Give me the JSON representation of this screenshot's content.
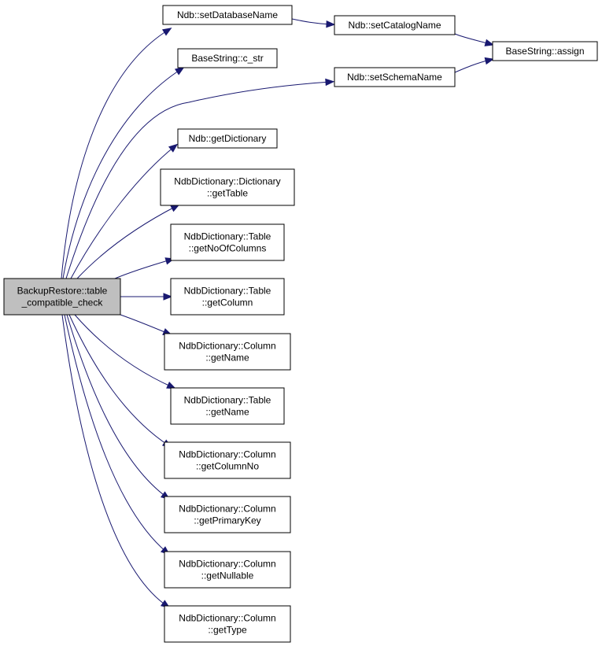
{
  "colors": {
    "edge": "#191970",
    "root_fill": "#bfbfbf",
    "node_fill": "#ffffff",
    "border": "#000000"
  },
  "nodes": {
    "root": [
      "BackupRestore::table",
      "_compatible_check"
    ],
    "setDatabaseName": [
      "Ndb::setDatabaseName"
    ],
    "c_str": [
      "BaseString::c_str"
    ],
    "setSchemaName": [
      "Ndb::setSchemaName"
    ],
    "setCatalogName": [
      "Ndb::setCatalogName"
    ],
    "assign": [
      "BaseString::assign"
    ],
    "getDictionary": [
      "Ndb::getDictionary"
    ],
    "getTable": [
      "NdbDictionary::Dictionary",
      "::getTable"
    ],
    "getNoOfColumns": [
      "NdbDictionary::Table",
      "::getNoOfColumns"
    ],
    "getColumn": [
      "NdbDictionary::Table",
      "::getColumn"
    ],
    "colGetName": [
      "NdbDictionary::Column",
      "::getName"
    ],
    "tableGetName": [
      "NdbDictionary::Table",
      "::getName"
    ],
    "getColumnNo": [
      "NdbDictionary::Column",
      "::getColumnNo"
    ],
    "getPrimaryKey": [
      "NdbDictionary::Column",
      "::getPrimaryKey"
    ],
    "getNullable": [
      "NdbDictionary::Column",
      "::getNullable"
    ],
    "getType": [
      "NdbDictionary::Column",
      "::getType"
    ]
  },
  "edges": [
    [
      "root",
      "setDatabaseName"
    ],
    [
      "root",
      "c_str"
    ],
    [
      "root",
      "setSchemaName"
    ],
    [
      "root",
      "getDictionary"
    ],
    [
      "root",
      "getTable"
    ],
    [
      "root",
      "getNoOfColumns"
    ],
    [
      "root",
      "getColumn"
    ],
    [
      "root",
      "colGetName"
    ],
    [
      "root",
      "tableGetName"
    ],
    [
      "root",
      "getColumnNo"
    ],
    [
      "root",
      "getPrimaryKey"
    ],
    [
      "root",
      "getNullable"
    ],
    [
      "root",
      "getType"
    ],
    [
      "setDatabaseName",
      "setCatalogName"
    ],
    [
      "setCatalogName",
      "assign"
    ],
    [
      "setSchemaName",
      "assign"
    ]
  ]
}
